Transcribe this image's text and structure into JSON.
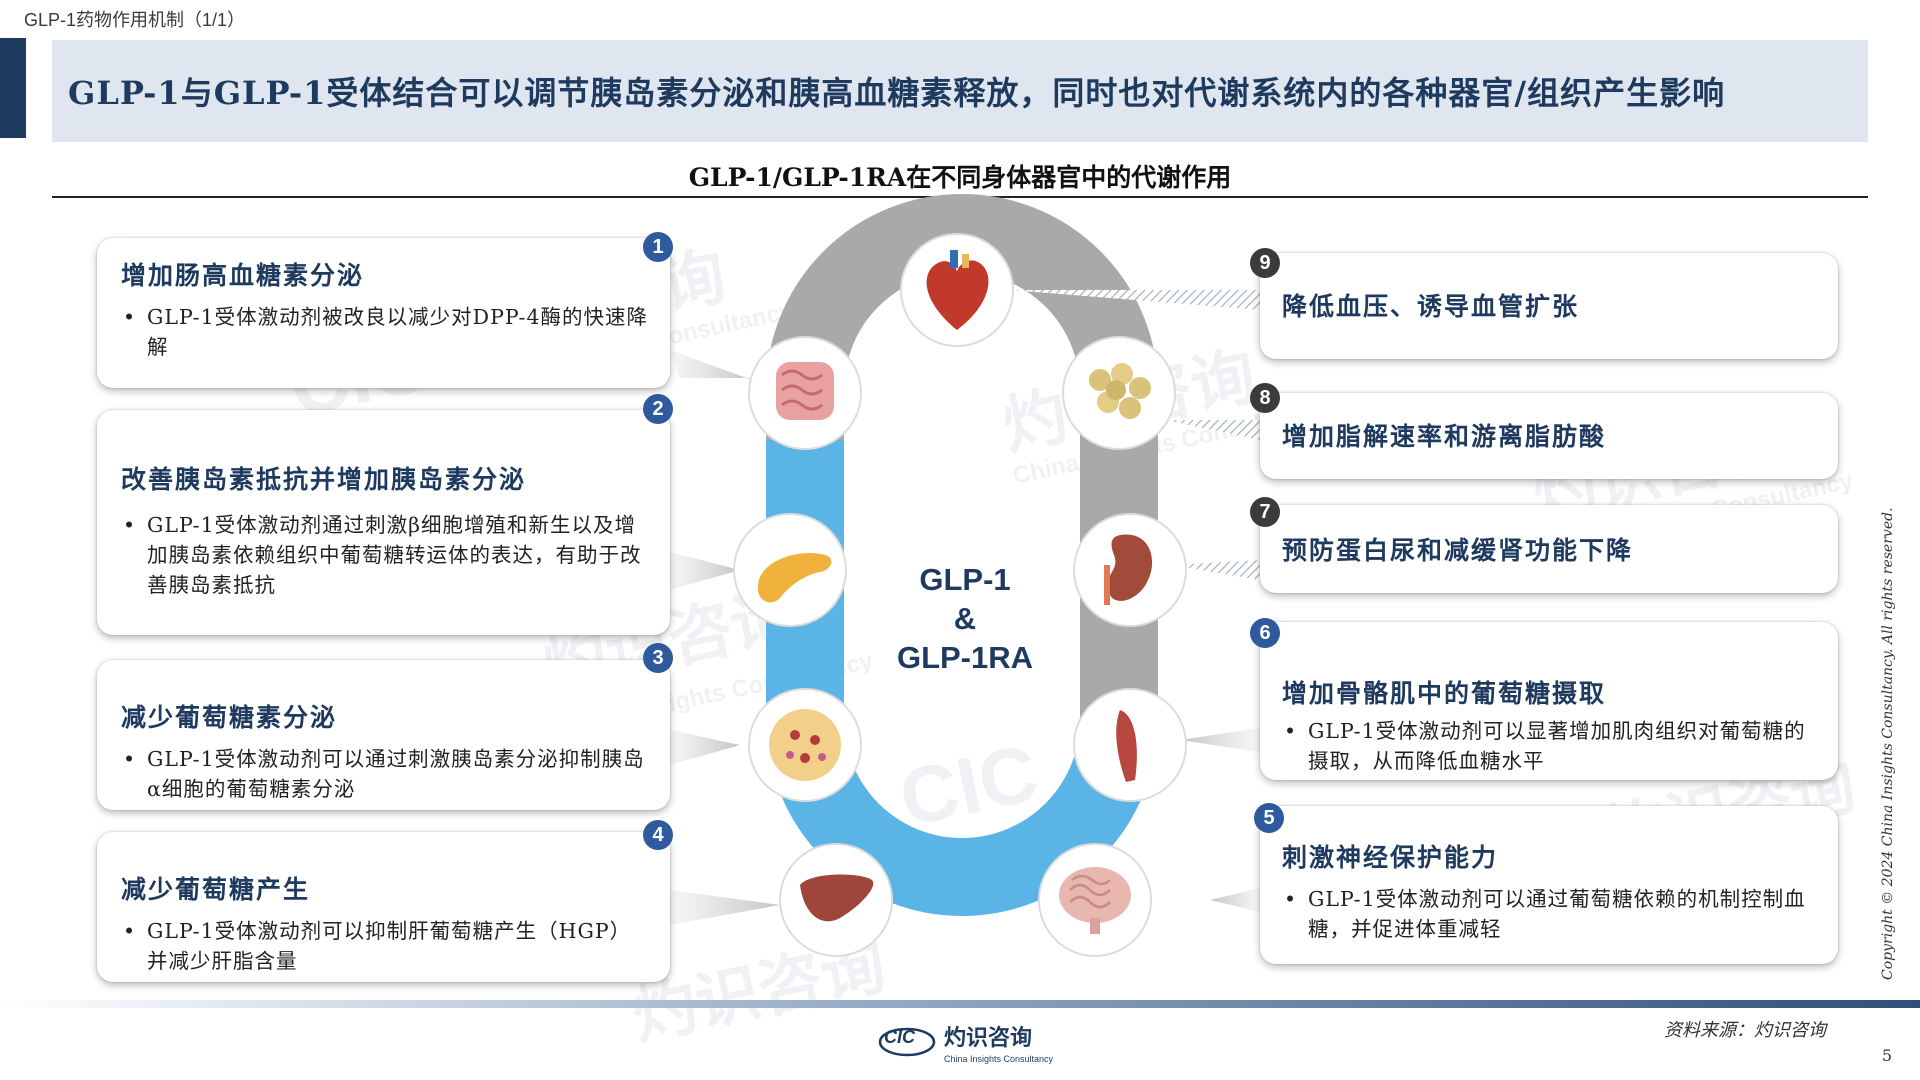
{
  "breadcrumb": "GLP-1药物作用机制（1/1）",
  "main_title": "GLP-1与GLP-1受体结合可以调节胰岛素分泌和胰高血糖素释放，同时也对代谢系统内的各种器官/组织产生影响",
  "subtitle": "GLP-1/GLP-1RA在不同身体器官中的代谢作用",
  "center": {
    "line1": "GLP-1",
    "line2": "&",
    "line3": "GLP-1RA"
  },
  "left_cards": [
    {
      "num": "1",
      "heading": "增加肠高血糖素分泌",
      "body": "GLP-1受体激动剂被改良以减少对DPP-4酶的快速降解"
    },
    {
      "num": "2",
      "heading": "改善胰岛素抵抗并增加胰岛素分泌",
      "body": "GLP-1受体激动剂通过刺激β细胞增殖和新生以及增加胰岛素依赖组织中葡萄糖转运体的表达，有助于改善胰岛素抵抗"
    },
    {
      "num": "3",
      "heading": "减少葡萄糖素分泌",
      "body": "GLP-1受体激动剂可以通过刺激胰岛素分泌抑制胰岛α细胞的葡萄糖素分泌"
    },
    {
      "num": "4",
      "heading": "减少葡萄糖产生",
      "body": "GLP-1受体激动剂可以抑制肝葡萄糖产生（HGP）并减少肝脂含量"
    }
  ],
  "right_cards": [
    {
      "num": "9",
      "heading": "降低血压、诱导血管扩张",
      "body": ""
    },
    {
      "num": "8",
      "heading": "增加脂解速率和游离脂肪酸",
      "body": ""
    },
    {
      "num": "7",
      "heading": "预防蛋白尿和减缓肾功能下降",
      "body": ""
    },
    {
      "num": "6",
      "heading": "增加骨骼肌中的葡萄糖摄取",
      "body": "GLP-1受体激动剂可以显著增加肌肉组织对葡萄糖的摄取，从而降低血糖水平"
    },
    {
      "num": "5",
      "heading": "刺激神经保护能力",
      "body": "GLP-1受体激动剂可以通过葡萄糖依赖的机制控制血糖，并促进体重减轻"
    }
  ],
  "organ_icons": [
    "heart-icon",
    "intestine-icon",
    "adipose-icon",
    "pancreas-icon",
    "kidney-icon",
    "islet-icon",
    "muscle-icon",
    "liver-icon",
    "brain-icon"
  ],
  "watermark": {
    "cn": "灼识咨询",
    "en": "China Insights Consultancy",
    "abbr": "CIC"
  },
  "footer": {
    "source": "资料来源：灼识咨询",
    "page": "5",
    "copyright": "Copyright © 2024 China Insights Consultancy. All rights reserved.",
    "logo_abbr": "CIC",
    "logo_name": "灼识咨询",
    "logo_en": "China Insights Consultancy"
  },
  "colors": {
    "navy": "#1f3a5f",
    "ring_blue": "#5bb4e6",
    "ring_gray": "#a9a9a9",
    "title_band": "#dfe6ef"
  }
}
